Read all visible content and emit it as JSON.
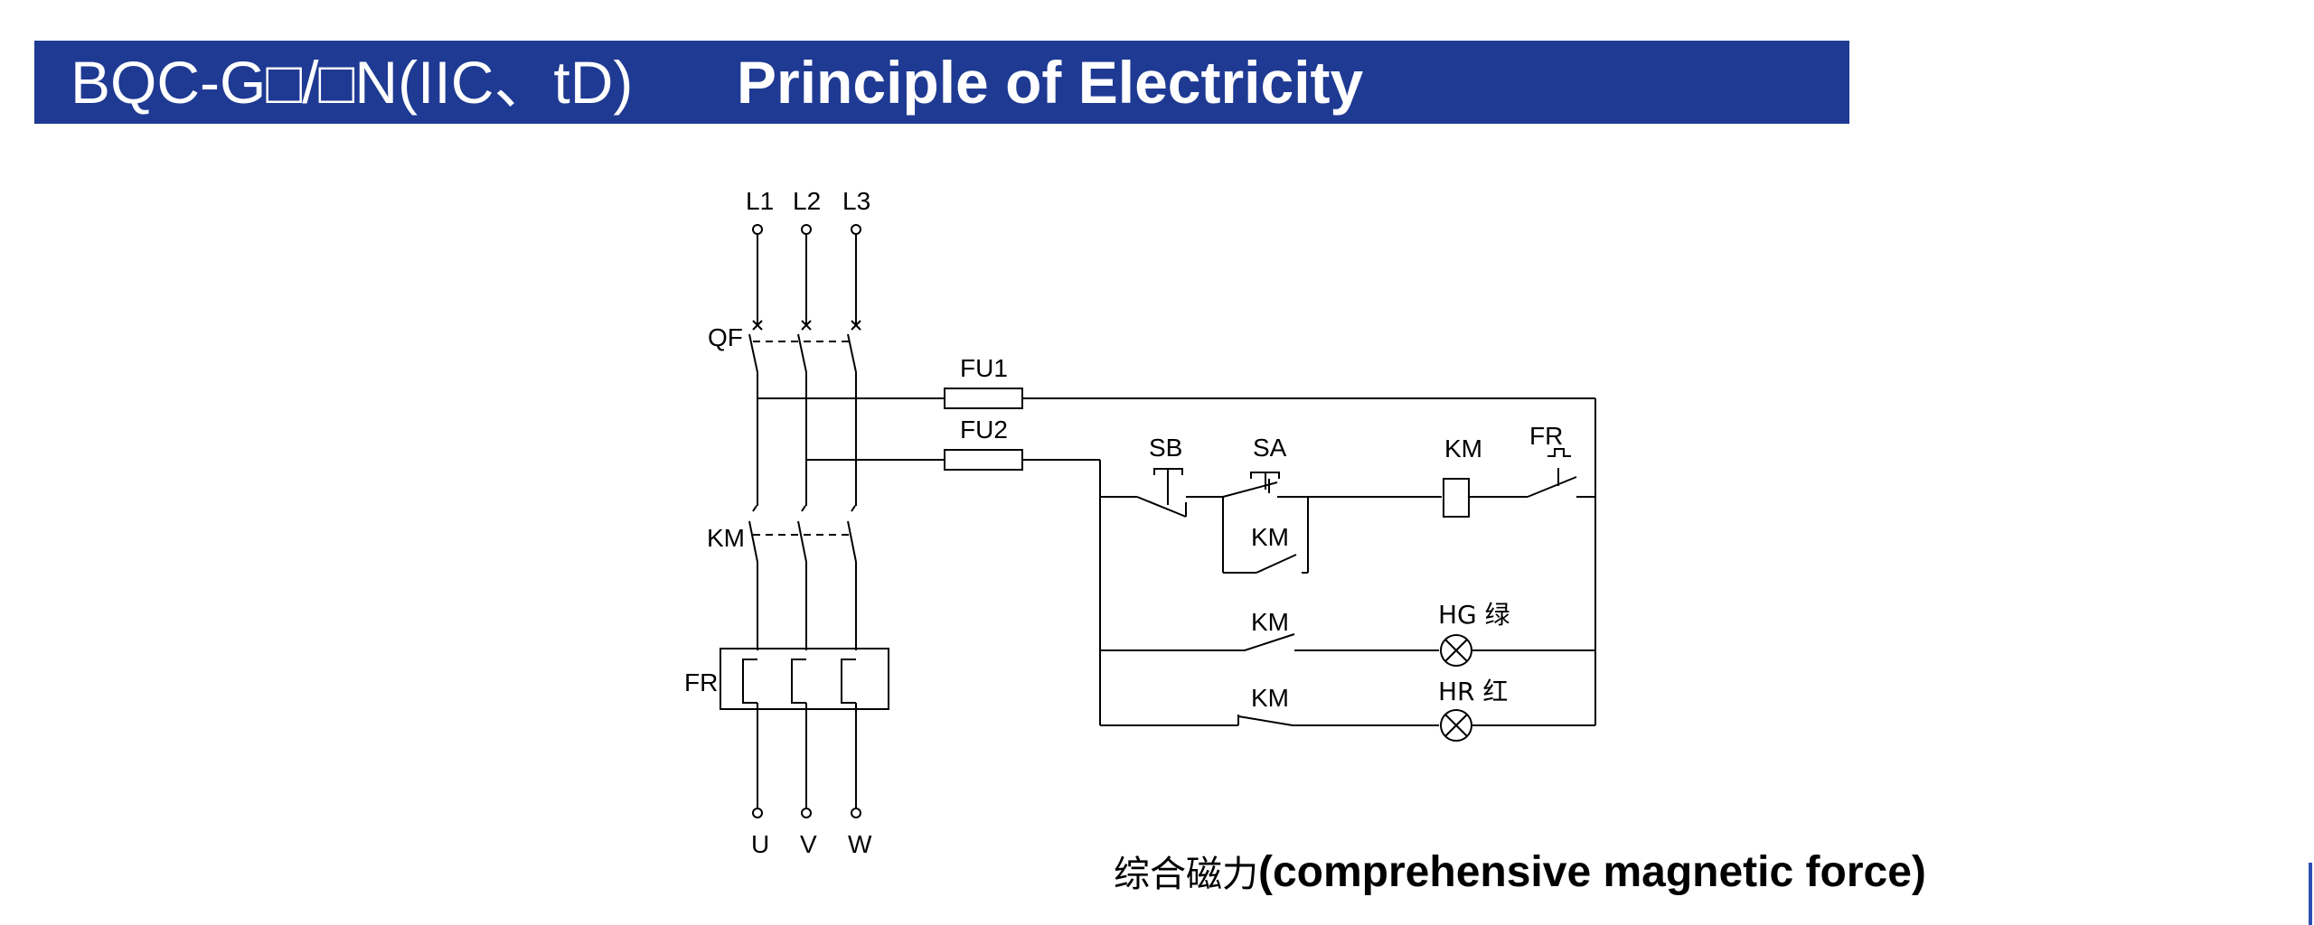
{
  "title": {
    "model": "BQC-G□/□N(IIC、tD)",
    "main": "Principle of Electricity"
  },
  "diagram": {
    "phase_labels": [
      "L1",
      "L2",
      "L3"
    ],
    "output_labels": [
      "U",
      "V",
      "W"
    ],
    "breaker_label": "QF",
    "contactor_label": "KM",
    "thermal_relay_label": "FR",
    "fuse1_label": "FU1",
    "fuse2_label": "FU2",
    "stop_button_label": "SB",
    "start_button_label": "SA",
    "hold_contact_label": "KM",
    "coil_label": "KM",
    "fr_contact_label": "FR",
    "green_contact_label": "KM",
    "red_contact_label": "KM",
    "green_lamp_label": "HG 绿",
    "red_lamp_label": "HR 红"
  },
  "caption": {
    "chinese": "综合磁力",
    "english": "(comprehensive magnetic force)"
  },
  "colors": {
    "banner": "#1f3a93",
    "banner_text": "#ffffff",
    "line": "#000000"
  }
}
